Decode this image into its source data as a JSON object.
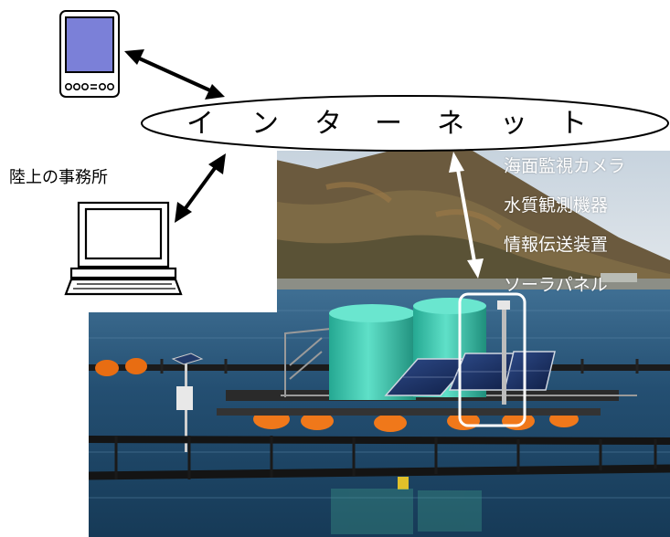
{
  "network": {
    "label_chars": [
      "イ",
      "ン",
      "タ",
      "ー",
      "ネ",
      "ッ",
      "ト"
    ]
  },
  "land_office": {
    "label": "陸上の事務所"
  },
  "equipment": {
    "items": [
      "海面監視カメラ",
      "水質観測機器",
      "情報伝送装置",
      "ソーラパネル"
    ]
  },
  "colors": {
    "pda_screen": "#7b80d8",
    "arrow_on_white": "#000000",
    "arrow_on_photo": "#ffffff",
    "highlight_box": "#ffffff",
    "sea": "#1d4a6e",
    "tank": "#3cc9b2",
    "buoy": "#f07a1c"
  },
  "icons": {
    "handheld": "pda-icon",
    "desktop": "computer-icon"
  }
}
